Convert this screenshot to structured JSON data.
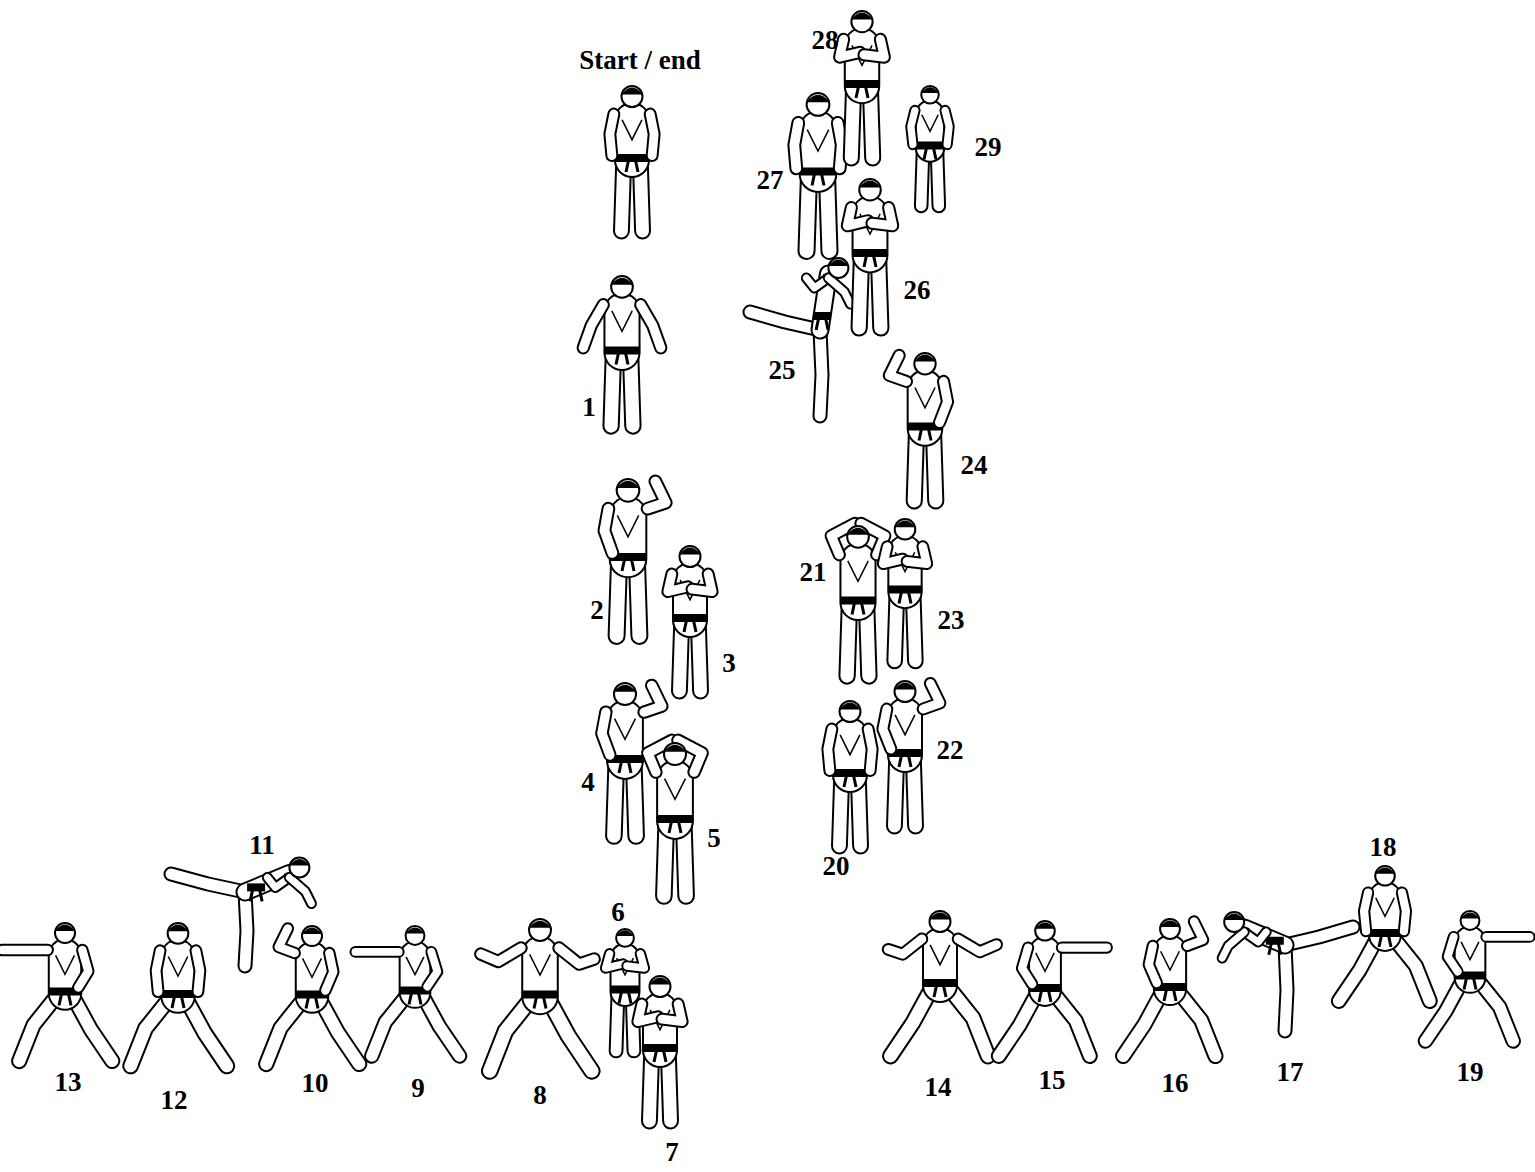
{
  "diagram": {
    "labels": [
      "Start / end",
      "1",
      "2",
      "3",
      "4",
      "5",
      "6",
      "7",
      "8",
      "9",
      "10",
      "11",
      "12",
      "13",
      "14",
      "15",
      "16",
      "17",
      "18",
      "19",
      "20",
      "21",
      "22",
      "23",
      "24",
      "25",
      "26",
      "27",
      "28",
      "29"
    ]
  }
}
